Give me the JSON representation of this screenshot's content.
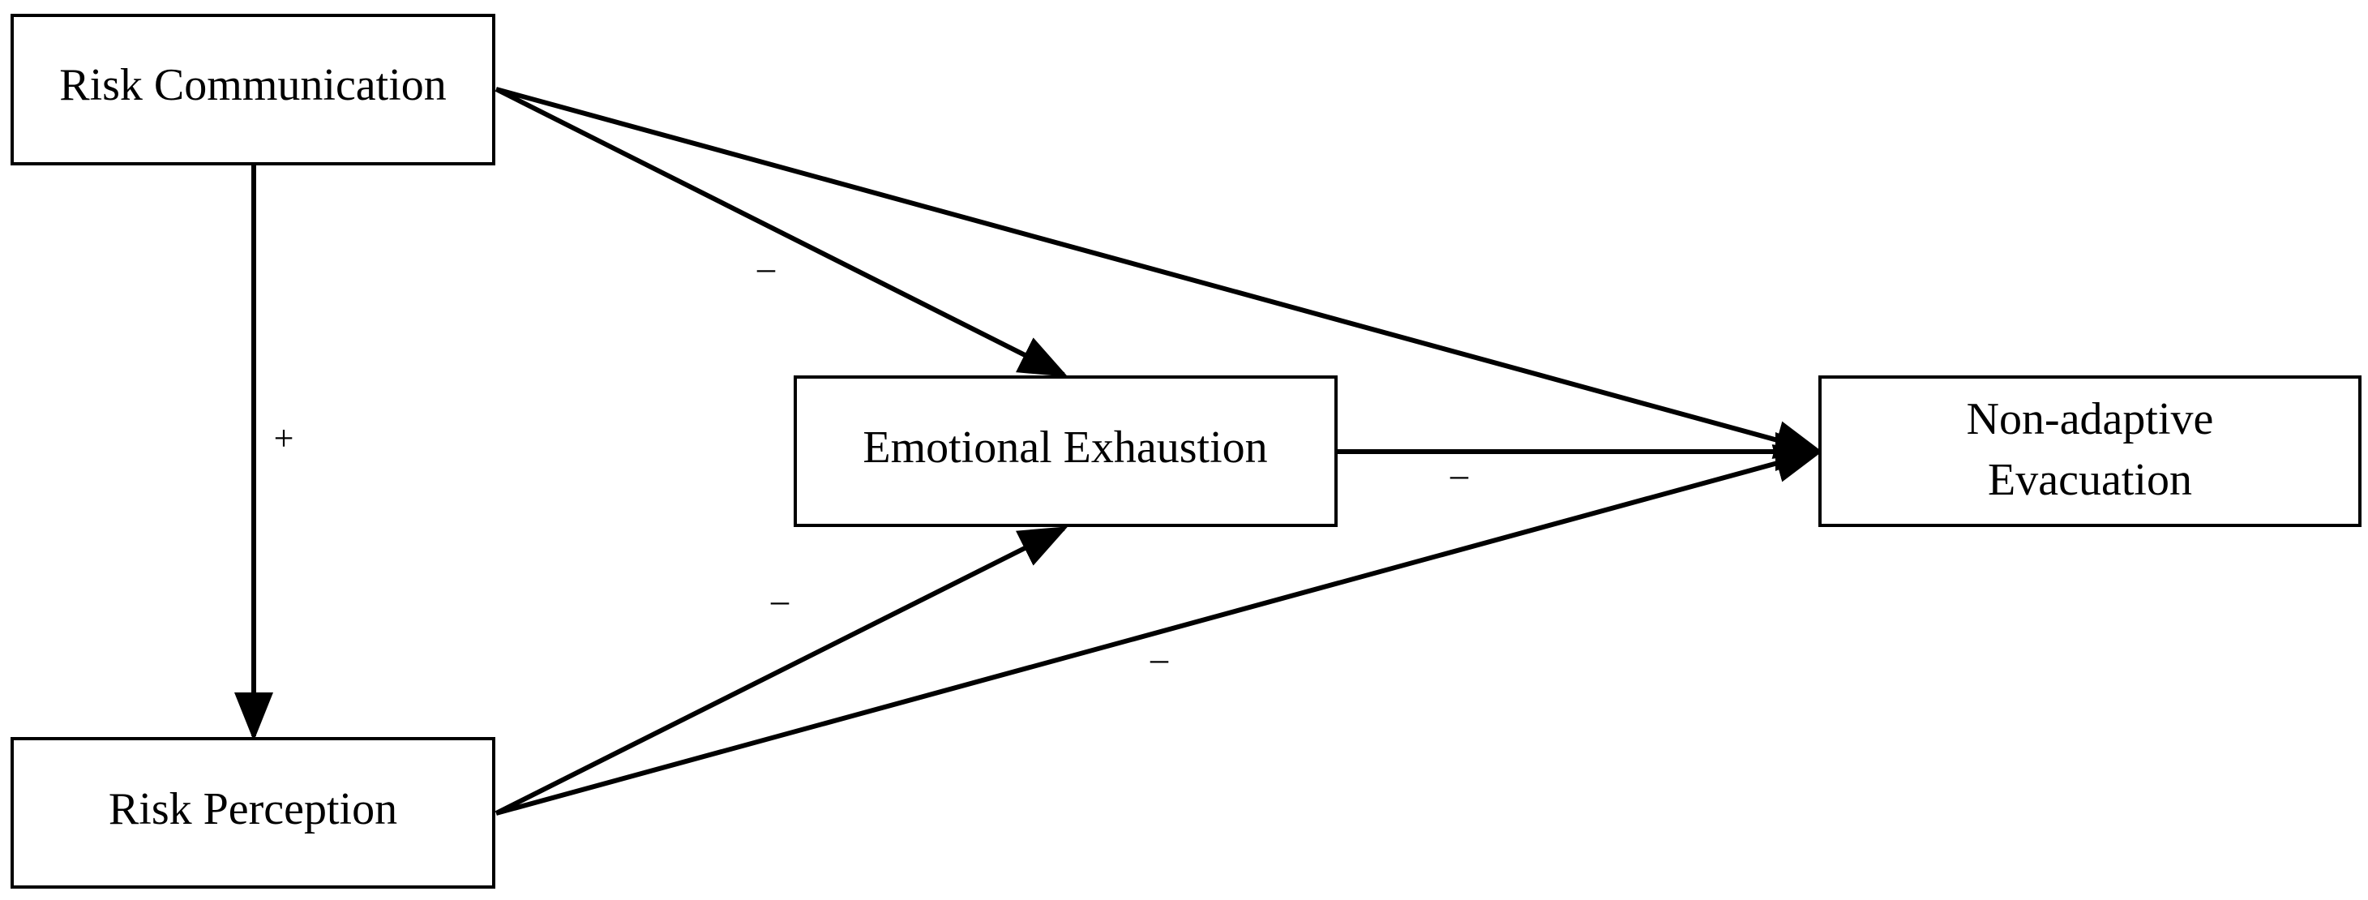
{
  "diagram": {
    "nodes": {
      "risk_communication": {
        "label": "Risk Communication"
      },
      "risk_perception": {
        "label": "Risk Perception"
      },
      "emotional_exhaustion": {
        "label": "Emotional Exhaustion"
      },
      "non_adaptive_evacuation": {
        "label_line1": "Non-adaptive",
        "label_line2": "Evacuation"
      }
    },
    "edges": [
      {
        "from": "Risk Communication",
        "to": "Risk Perception",
        "sign": "+"
      },
      {
        "from": "Risk Communication",
        "to": "Emotional Exhaustion",
        "sign": "–"
      },
      {
        "from": "Risk Communication",
        "to": "Non-adaptive Evacuation",
        "sign": ""
      },
      {
        "from": "Risk Perception",
        "to": "Emotional Exhaustion",
        "sign": "–"
      },
      {
        "from": "Risk Perception",
        "to": "Non-adaptive Evacuation",
        "sign": "–"
      },
      {
        "from": "Emotional Exhaustion",
        "to": "Non-adaptive Evacuation",
        "sign": "–"
      }
    ]
  },
  "colors": {
    "stroke": "#000000",
    "background": "#ffffff"
  }
}
